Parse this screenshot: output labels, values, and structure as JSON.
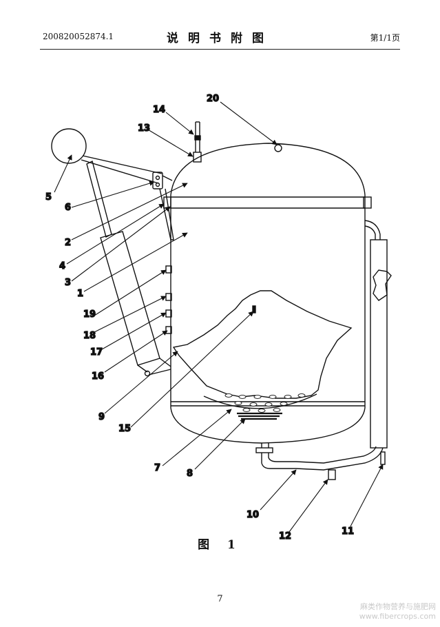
{
  "header": {
    "doc_number": "200820052874.1",
    "title": "说明书附图",
    "page_info": "第1/1页"
  },
  "figure": {
    "caption": "图 1",
    "part_labels": [
      "20",
      "14",
      "13",
      "5",
      "6",
      "2",
      "4",
      "3",
      "1",
      "19",
      "18",
      "17",
      "16",
      "9",
      "15",
      "7",
      "8",
      "10",
      "12",
      "11"
    ]
  },
  "footer": {
    "page_number": "7"
  },
  "watermark": {
    "line1": "麻类作物营养与施肥网",
    "line2": "www.fibercrops.com"
  }
}
